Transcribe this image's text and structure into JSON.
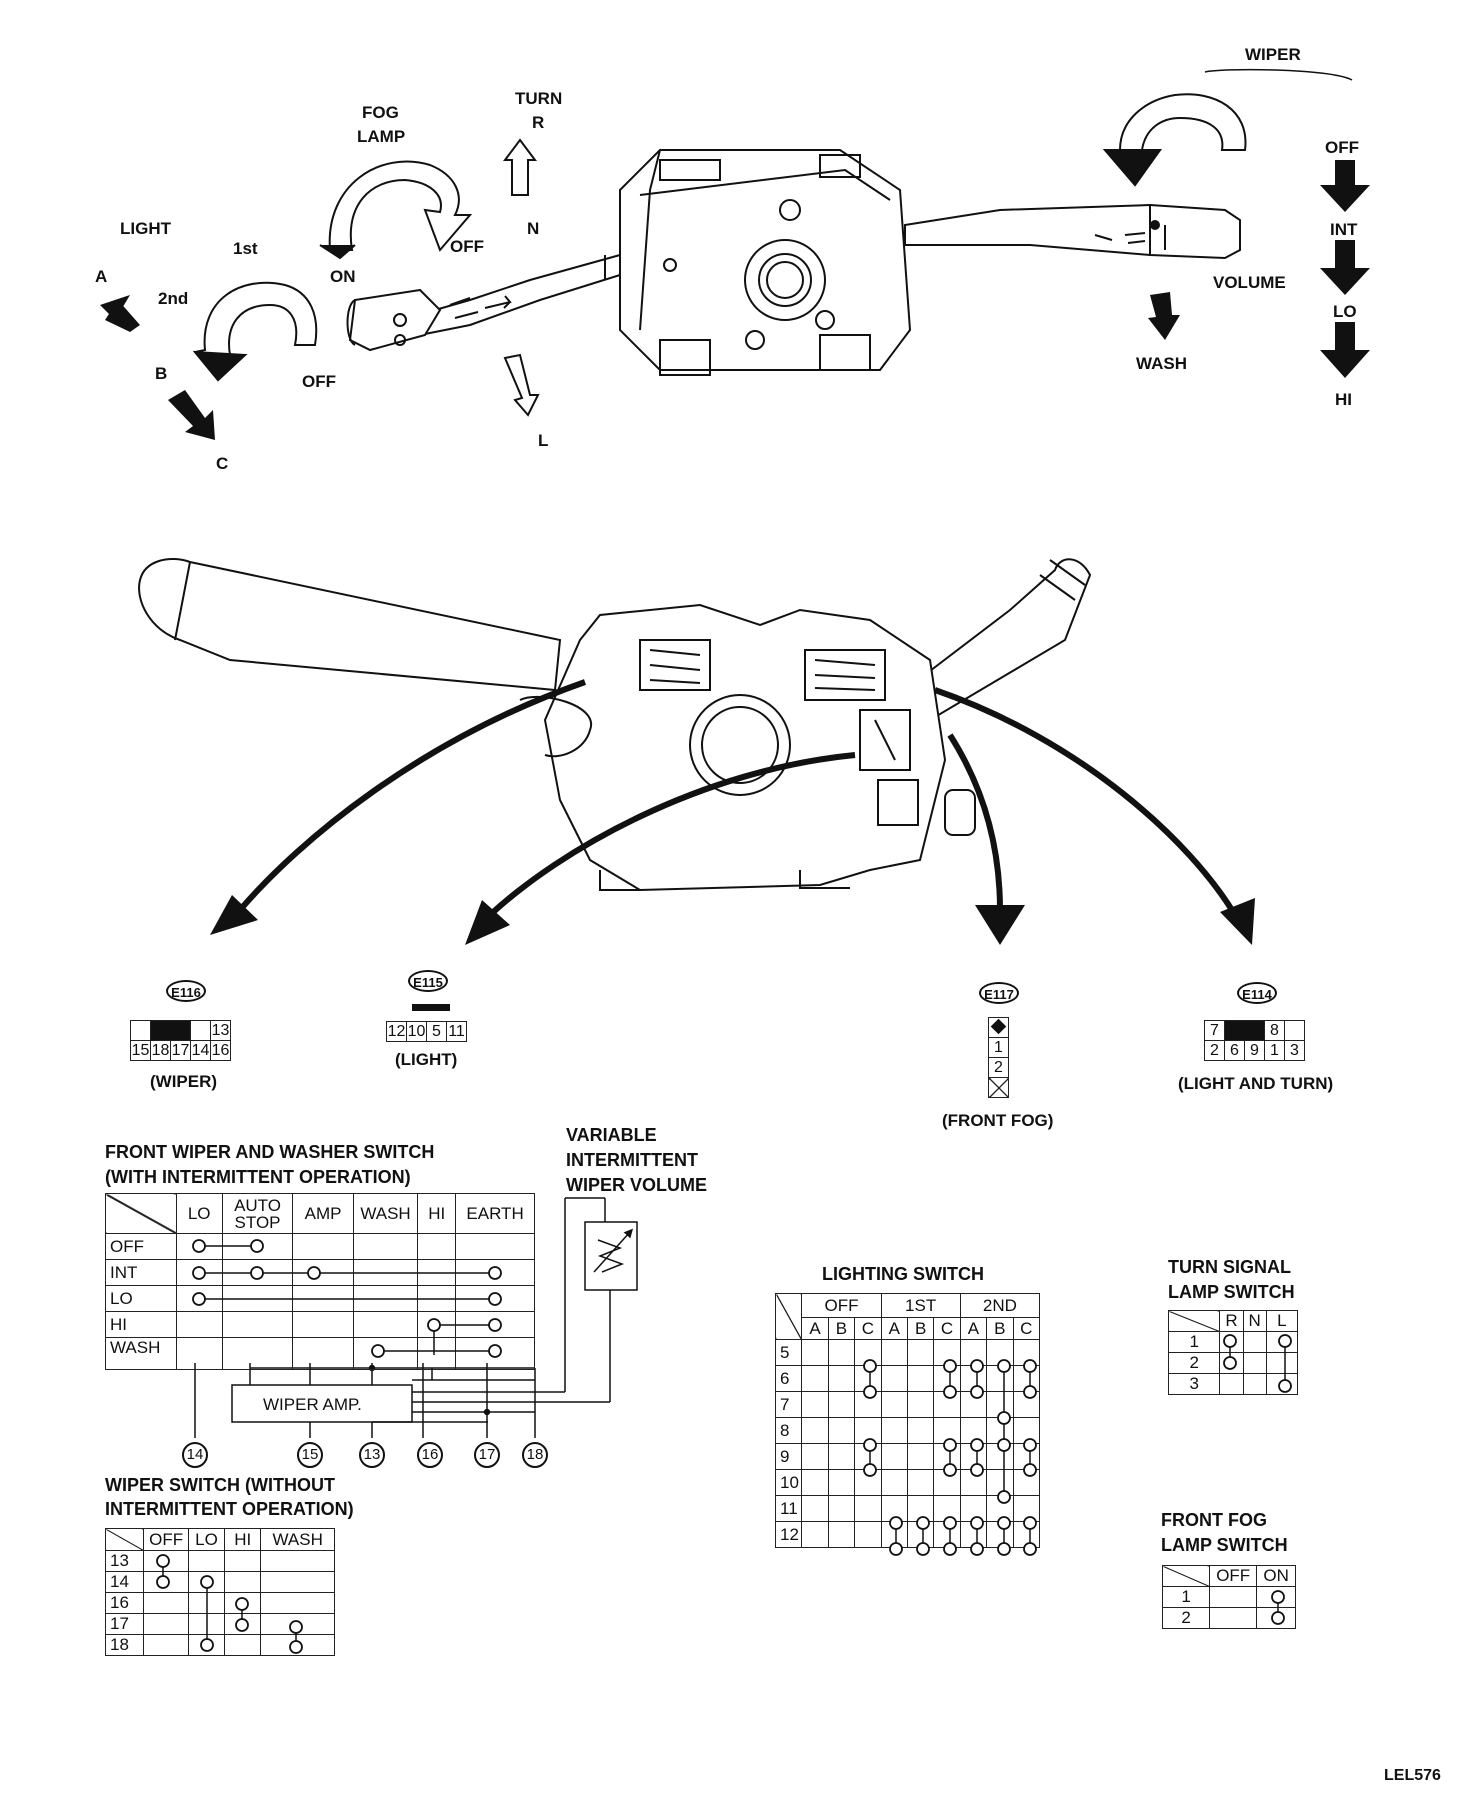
{
  "top_labels": {
    "wiper": "WIPER",
    "turn": "TURN",
    "r": "R",
    "n": "N",
    "l": "L",
    "fog_lamp_1": "FOG",
    "fog_lamp_2": "LAMP",
    "fog_off": "OFF",
    "fog_on": "ON",
    "light": "LIGHT",
    "first": "1st",
    "second": "2nd",
    "a": "A",
    "b": "B",
    "c": "C",
    "light_off": "OFF",
    "wiper_off": "OFF",
    "wiper_int": "INT",
    "wiper_lo": "LO",
    "wiper_hi": "HI",
    "volume": "VOLUME",
    "wash": "WASH"
  },
  "connectors": {
    "e116": {
      "id": "E116",
      "caption": "(WIPER)",
      "top": [
        "",
        "",
        "13"
      ],
      "bottom": [
        "15",
        "18",
        "17",
        "14",
        "16"
      ]
    },
    "e115": {
      "id": "E115",
      "caption": "(LIGHT)",
      "bottom": [
        "12",
        "10",
        "5",
        "11"
      ]
    },
    "e117": {
      "id": "E117",
      "caption": "(FRONT FOG)",
      "pins": [
        "1",
        "2"
      ]
    },
    "e114": {
      "id": "E114",
      "caption": "(LIGHT AND TURN)",
      "top": [
        "7",
        "8"
      ],
      "bottom": [
        "2",
        "6",
        "9",
        "1",
        "3"
      ]
    }
  },
  "front_wiper": {
    "title_1": "FRONT WIPER AND WASHER SWITCH",
    "title_2": "(WITH INTERMITTENT OPERATION)",
    "headers": [
      "LO",
      "AUTO STOP",
      "AMP",
      "WASH",
      "HI",
      "EARTH"
    ],
    "rows": [
      "OFF",
      "INT",
      "LO",
      "HI",
      "WASH"
    ],
    "amp_label": "WIPER AMP.",
    "pins": [
      "14",
      "15",
      "13",
      "16",
      "17",
      "18"
    ]
  },
  "variable": {
    "line1": "VARIABLE",
    "line2": "INTERMITTENT",
    "line3": "WIPER VOLUME"
  },
  "wiper_no_int": {
    "title_1": "WIPER SWITCH (WITHOUT",
    "title_2": "INTERMITTENT OPERATION)",
    "headers": [
      "OFF",
      "LO",
      "HI",
      "WASH"
    ],
    "rows": [
      "13",
      "14",
      "16",
      "17",
      "18"
    ]
  },
  "lighting": {
    "title": "LIGHTING SWITCH",
    "groups": [
      "OFF",
      "1ST",
      "2ND"
    ],
    "sub": [
      "A",
      "B",
      "C",
      "A",
      "B",
      "C",
      "A",
      "B",
      "C"
    ],
    "rows": [
      "5",
      "6",
      "7",
      "8",
      "9",
      "10",
      "11",
      "12"
    ]
  },
  "turn": {
    "title_1": "TURN SIGNAL",
    "title_2": "LAMP SWITCH",
    "headers": [
      "R",
      "N",
      "L"
    ],
    "rows": [
      "1",
      "2",
      "3"
    ]
  },
  "fog": {
    "title_1": "FRONT FOG",
    "title_2": "LAMP SWITCH",
    "headers": [
      "OFF",
      "ON"
    ],
    "rows": [
      "1",
      "2"
    ]
  },
  "figure_code": "LEL576"
}
